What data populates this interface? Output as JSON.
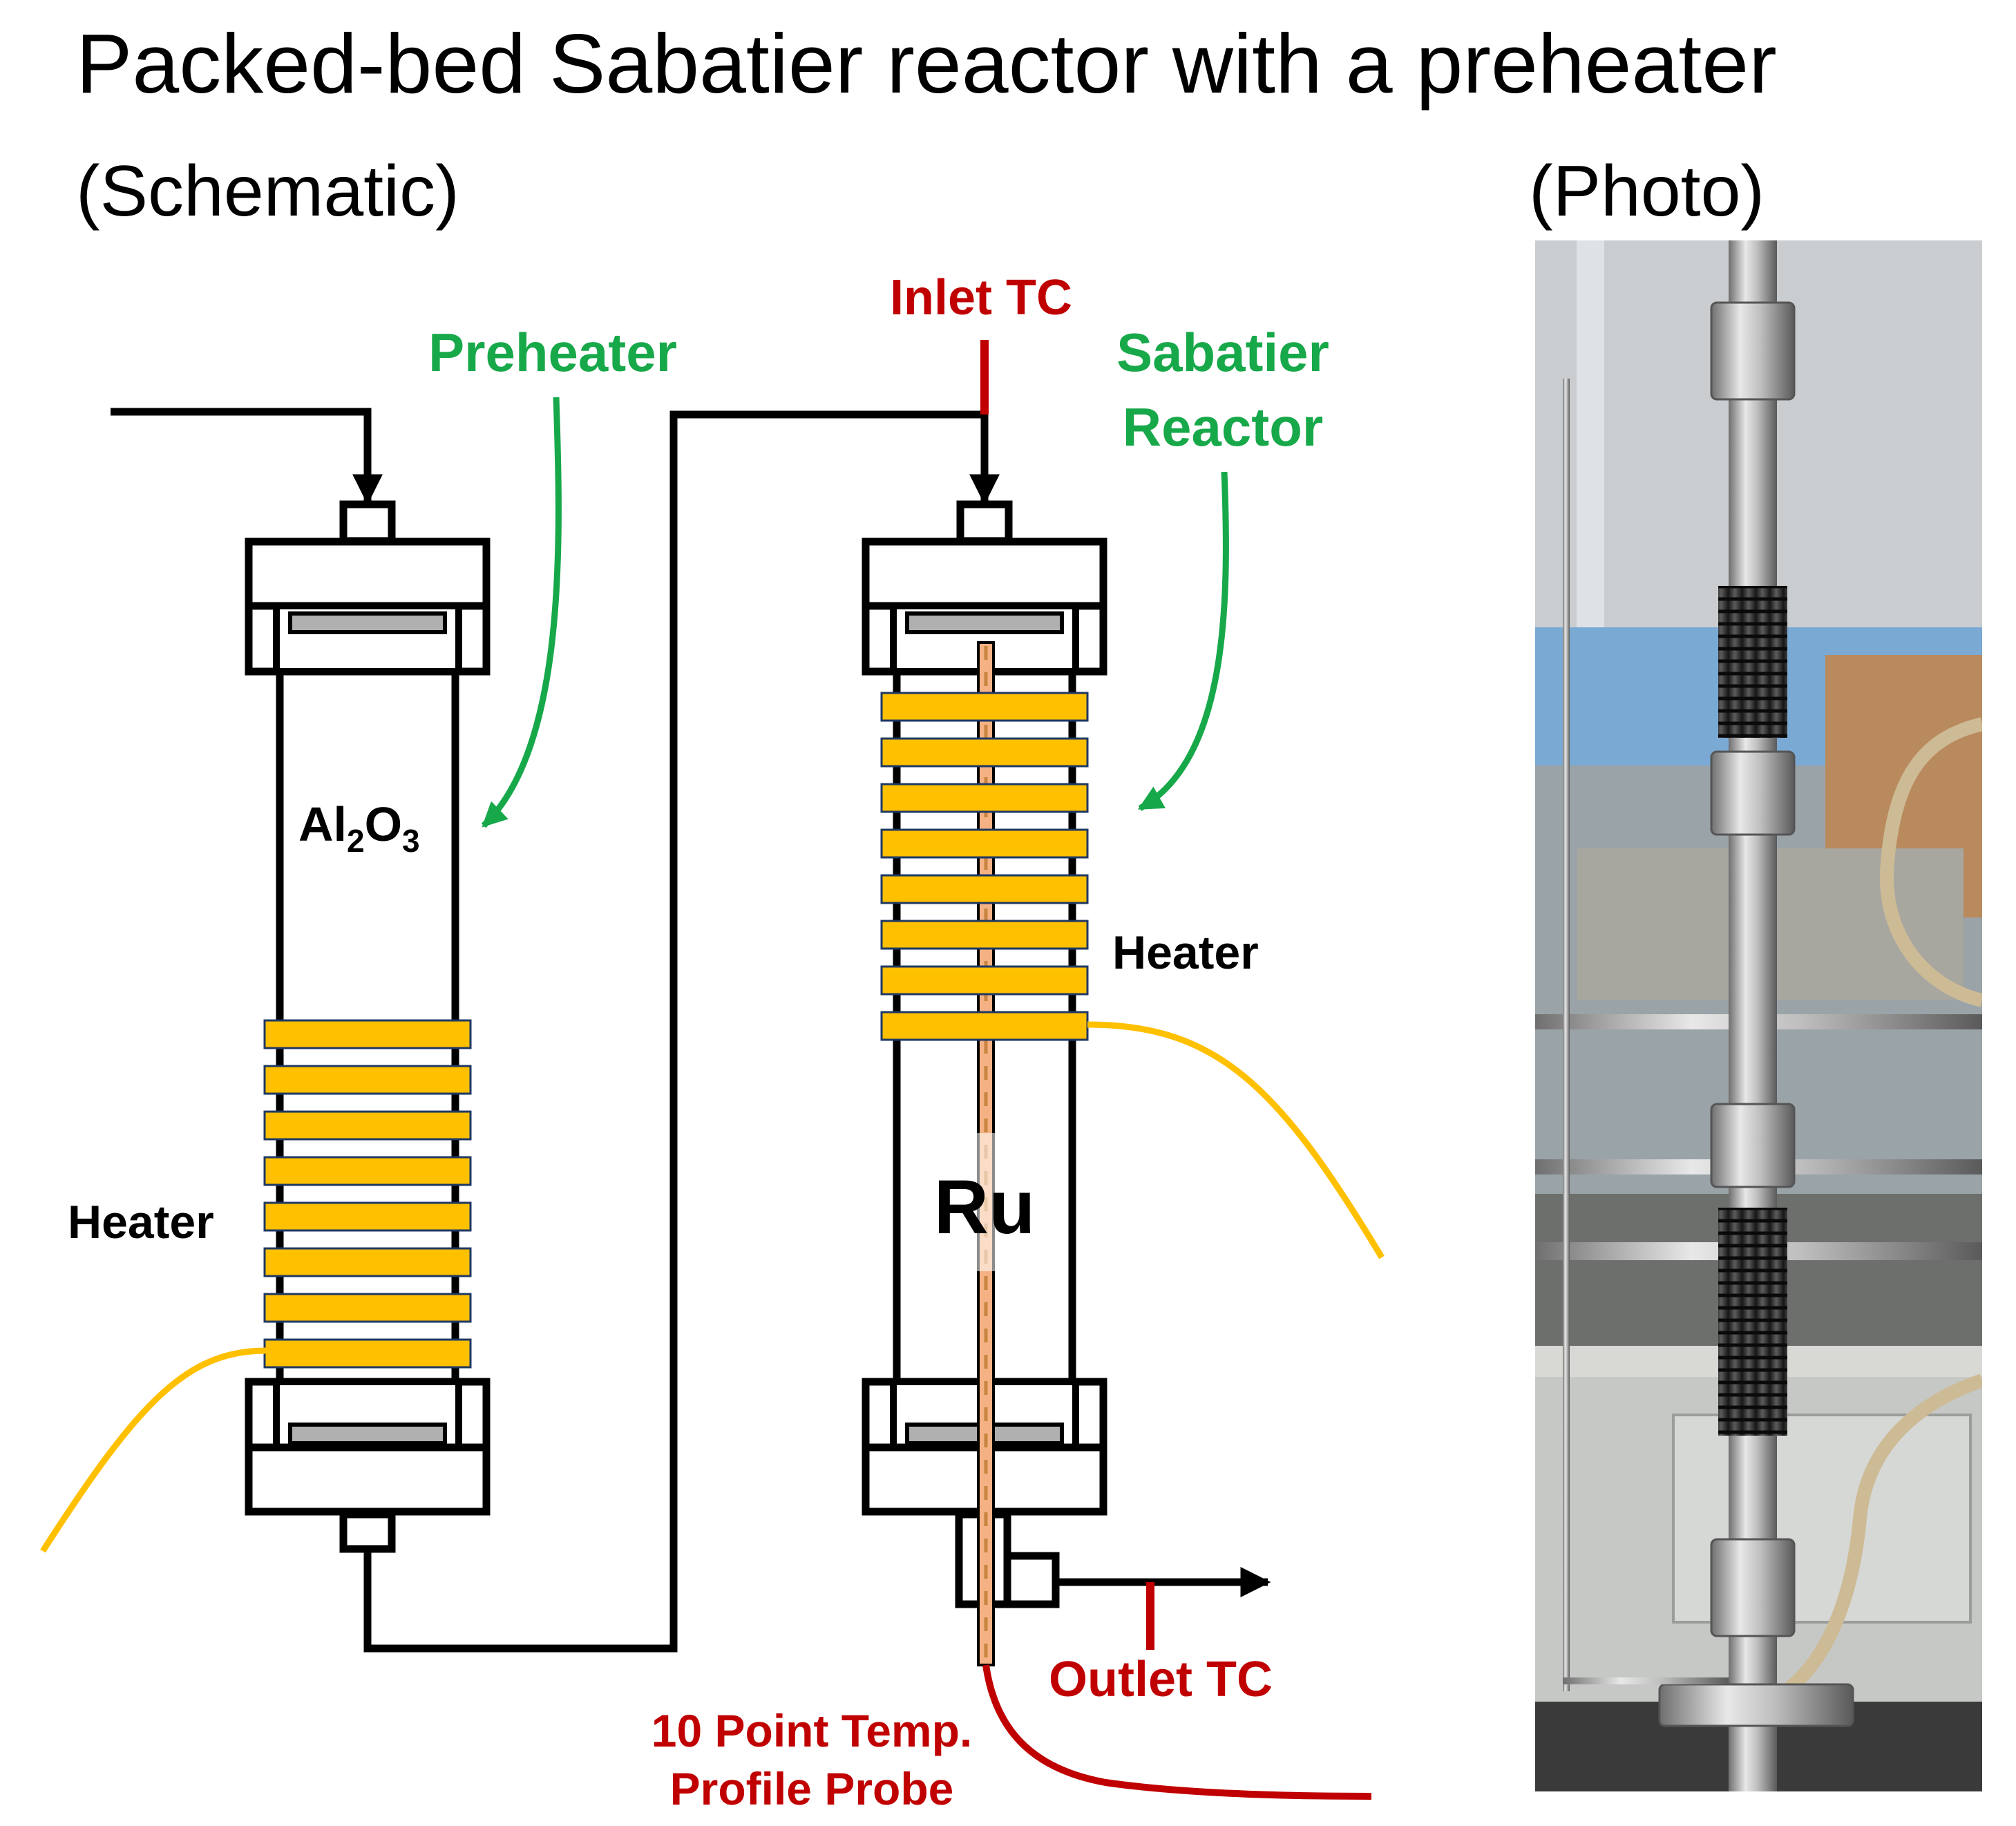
{
  "title": "Packed-bed Sabatier reactor with a preheater",
  "subtitle_schematic": "(Schematic)",
  "subtitle_photo": "(Photo)",
  "labels": {
    "preheater": "Preheater",
    "sabatier_line1": "Sabatier",
    "sabatier_line2": "Reactor",
    "inlet_tc": "Inlet TC",
    "outlet_tc": "Outlet TC",
    "heater_left": "Heater",
    "heater_right": "Heater",
    "alumina_al": "Al",
    "alumina_sub1": "2",
    "alumina_o": "O",
    "alumina_sub2": "3",
    "catalyst": "Ru",
    "probe_line1": "10 Point Temp.",
    "probe_line2": "Profile Probe"
  },
  "colors": {
    "green_label": "#17a84a",
    "red_label": "#c00000",
    "heater_band": "#ffc000",
    "heater_outline": "#1f3864",
    "probe": "#f4b183",
    "line": "#000000"
  },
  "icons": {
    "flow_arrow": "arrow-head",
    "photo": "reactor-photo"
  }
}
